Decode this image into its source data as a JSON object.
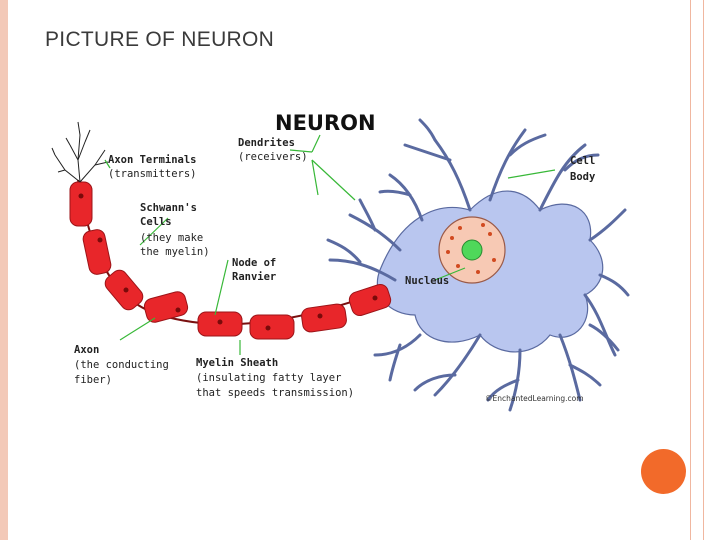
{
  "slide": {
    "title": "PICTURE OF NEURON"
  },
  "diagram": {
    "title": "NEURON",
    "labels": {
      "dendrites": "Dendrites",
      "dendrites_sub": "(receivers)",
      "axon_terminals": "Axon Terminals",
      "axon_terminals_sub": "(transmitters)",
      "schwanns_line1": "Schwann's",
      "schwanns_line2": "Cells",
      "schwanns_sub1": "(they make",
      "schwanns_sub2": "the myelin)",
      "node_line1": "Node of",
      "node_line2": "Ranvier",
      "cell_body_line1": "Cell",
      "cell_body_line2": "Body",
      "nucleus": "Nucleus",
      "axon": "Axon",
      "axon_sub1": "(the conducting",
      "axon_sub2": "fiber)",
      "myelin": "Myelin Sheath",
      "myelin_sub1": "(insulating fatty layer",
      "myelin_sub2": "that speeds transmission)",
      "credit": "©EnchantedLearning.com"
    },
    "colors": {
      "cell": "#b9c6ef",
      "cell_outline": "#5a6aa0",
      "myelin": "#e8262a",
      "myelin_outline": "#9c1418",
      "nucleus": "#f7c9b4",
      "nucleolus": "#4fd85a",
      "pointer": "#38b838"
    }
  }
}
